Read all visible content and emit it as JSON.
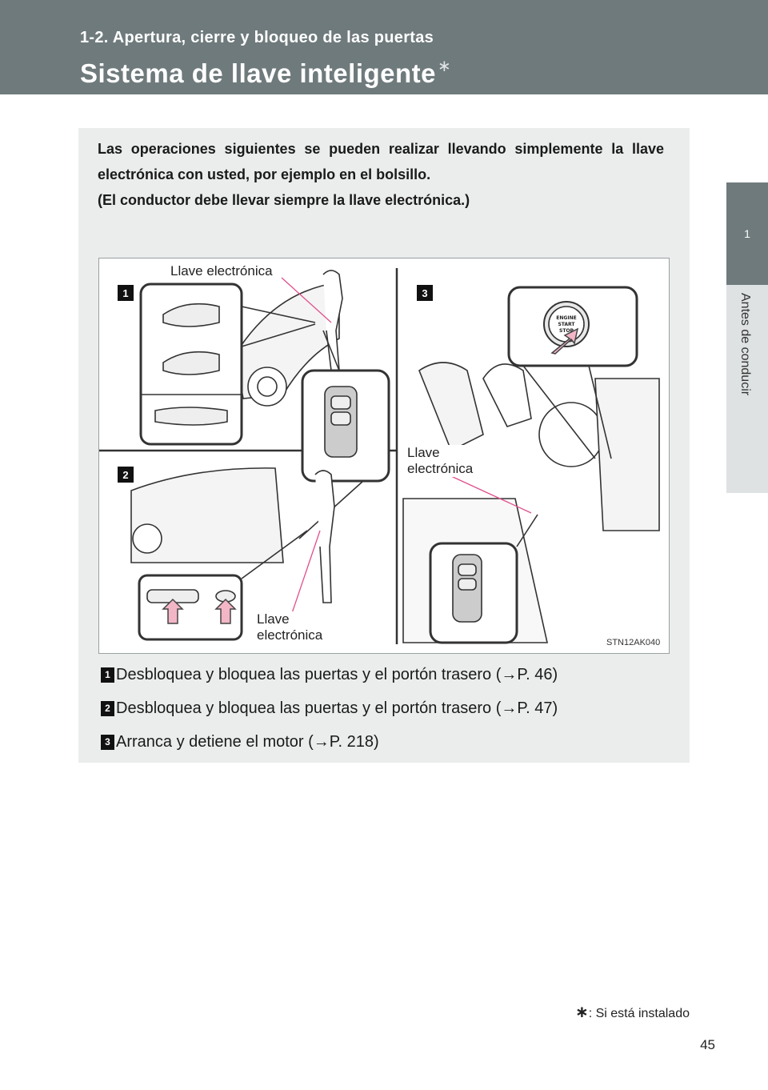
{
  "header": {
    "section": "1-2. Apertura, cierre y bloqueo de las puertas",
    "title": "Sistema de llave inteligente",
    "title_mark": "∗"
  },
  "side": {
    "tab": "1",
    "label": "Antes de conducir"
  },
  "intro": {
    "text": "Las operaciones siguientes se pueden realizar llevando simplemente la llave electrónica con usted, por ejemplo en el bolsillo.",
    "note": "(El conductor debe llevar siempre la llave electrónica.)"
  },
  "figure": {
    "label_top": "Llave electrónica",
    "label_right_1": "Llave",
    "label_right_2": "electrónica",
    "label_bottom_1": "Llave",
    "label_bottom_2": "electrónica",
    "button_1": "ENGINE",
    "button_2": "START",
    "button_3": "STOP",
    "code": "STN12AK040",
    "badge_1": "1",
    "badge_2": "2",
    "badge_3": "3"
  },
  "items": [
    {
      "badge": "1",
      "text": "Desbloquea y bloquea las puertas y el portón trasero (→P. 46)"
    },
    {
      "badge": "2",
      "text": "Desbloquea y bloquea las puertas y el portón trasero (→P. 47)"
    },
    {
      "badge": "3",
      "text": "Arranca y detiene el motor (→P. 218)"
    }
  ],
  "footnote": {
    "mark": "∗",
    "text": ": Si está instalado"
  },
  "page_number": "45"
}
